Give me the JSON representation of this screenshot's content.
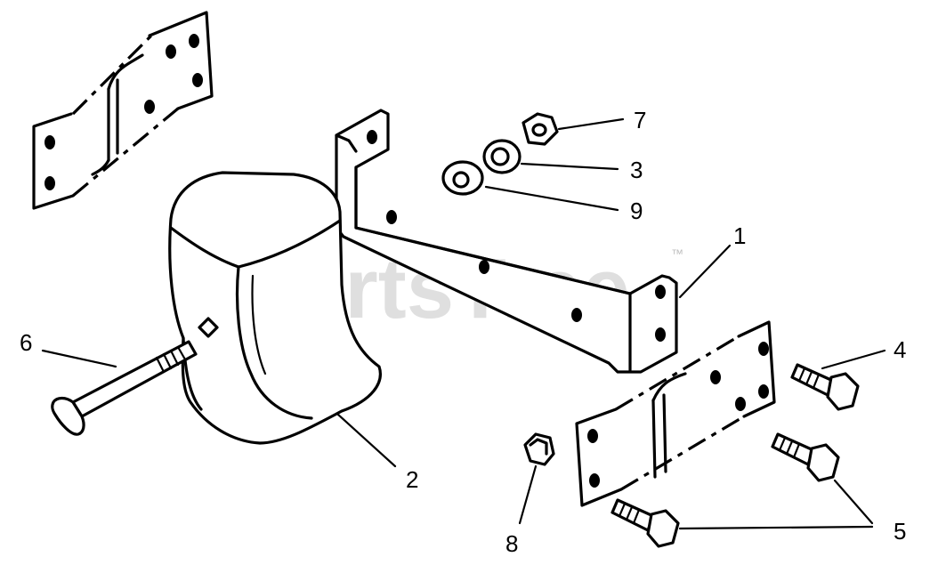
{
  "watermark": {
    "text": "PartsTree",
    "trademark": "™"
  },
  "callouts": [
    {
      "id": "1",
      "label": "1"
    },
    {
      "id": "2",
      "label": "2"
    },
    {
      "id": "3",
      "label": "3"
    },
    {
      "id": "4",
      "label": "4"
    },
    {
      "id": "5",
      "label": "5"
    },
    {
      "id": "6",
      "label": "6"
    },
    {
      "id": "7",
      "label": "7"
    },
    {
      "id": "8",
      "label": "8"
    },
    {
      "id": "9",
      "label": "9"
    }
  ]
}
